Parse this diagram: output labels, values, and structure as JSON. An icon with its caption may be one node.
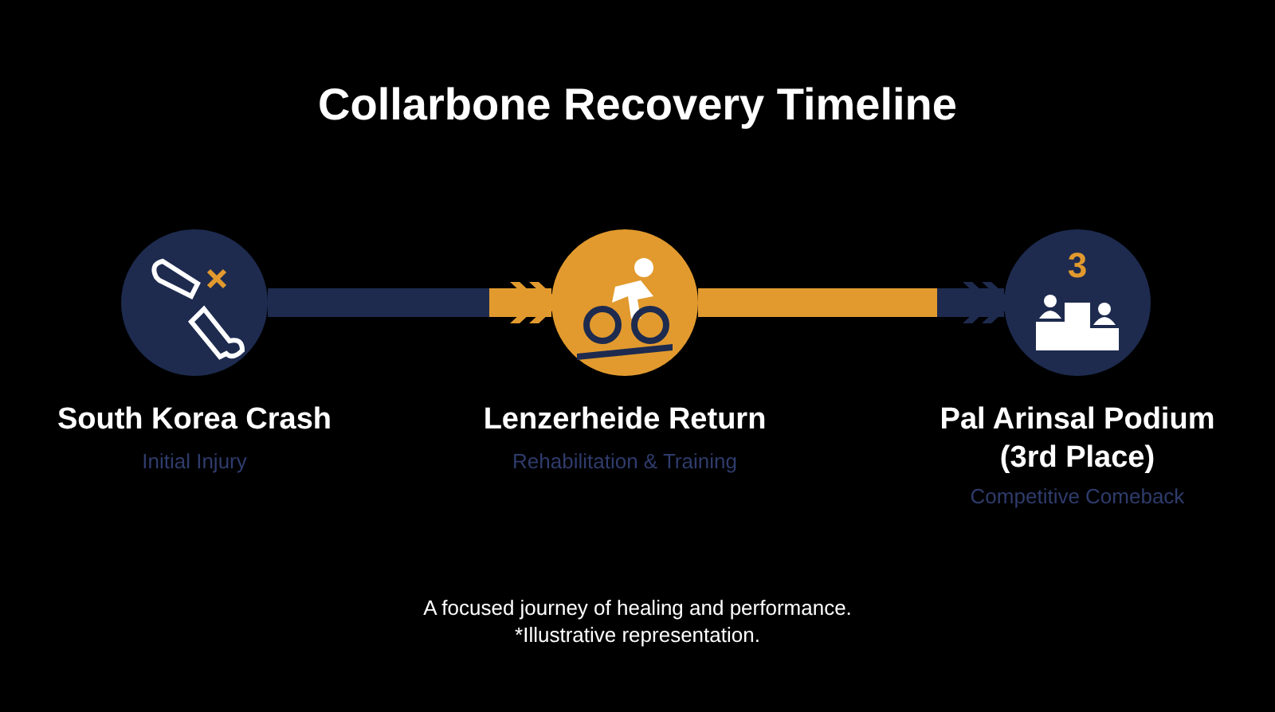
{
  "diagram": {
    "title": "Collarbone Recovery Timeline",
    "caption": "A focused journey of healing and performance.",
    "nodes": [
      {
        "text": [
          "South Korea Crash",
          "Initial Injury"
        ]
      },
      {
        "text": [
          "Lenzerheide Return",
          "Rehabilitation & Training"
        ]
      },
      {
        "text": [
          "Pal Arinsal Podium (3rd Place)",
          "Competitive Comeback"
        ]
      }
    ],
    "edges": [
      {
        "from": 0,
        "to": 1,
        "arrow": "to"
      },
      {
        "from": 1,
        "to": 2,
        "arrow": "to"
      }
    ],
    "labels": [
      "3",
      "*Illustrative representation."
    ]
  }
}
